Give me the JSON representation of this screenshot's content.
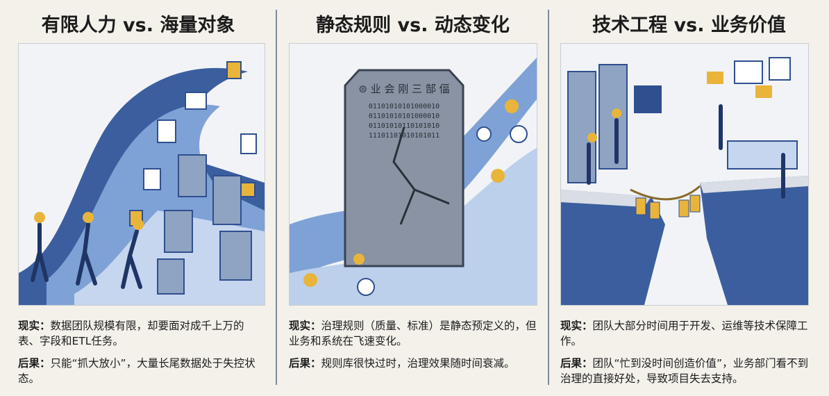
{
  "panels": [
    {
      "title": "有限人力 vs. 海量对象",
      "reality_label": "现实：",
      "reality": "数据团队规模有限，却要面对成千上万的表、字段和ETL任务。",
      "consequence_label": "后果：",
      "consequence": "只能“抓大放小”，大量长尾数据处于失控状态。"
    },
    {
      "title": "静态规则 vs. 动态变化",
      "reality_label": "现实：",
      "reality": "治理规则（质量、标准）是静态预定义的，但业务和系统在飞速变化。",
      "consequence_label": "后果：",
      "consequence": "规则库很快过时，治理效果随时间衰减。",
      "tablet_header": "⊜ 业 会 刚 三 郜 偪",
      "tablet_code": "01101010101000010\n01101010101000010\n01101010110101010\n11101101010101011"
    },
    {
      "title": "技术工程 vs. 业务价值",
      "reality_label": "现实：",
      "reality": "团队大部分时间用于开发、运维等技术保障工作。",
      "consequence_label": "后果：",
      "consequence": "团队“忙到没时间创造价值”，业务部门看不到治理的直接好处，导致项目失去支持。"
    }
  ],
  "colors": {
    "background": "#f3f1ea",
    "blue_dark": "#2f4f8f",
    "blue_light": "#a9c3e6",
    "accent_yellow": "#e8b53a"
  }
}
